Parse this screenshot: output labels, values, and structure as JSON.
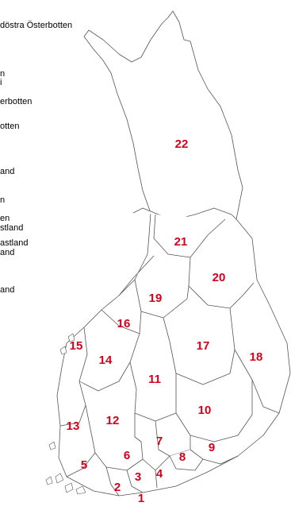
{
  "side_labels": [
    "döstra Österbotten",
    "n",
    "i",
    "erbotten",
    "otten",
    "",
    "and",
    "",
    "n",
    "en",
    "stland",
    "astland",
    "and",
    "",
    "and",
    "",
    ""
  ],
  "numbers": [
    "1",
    "2",
    "3",
    "4",
    "5",
    "6",
    "7",
    "8",
    "9",
    "10",
    "11",
    "12",
    "13",
    "14",
    "15",
    "16",
    "17",
    "18",
    "19",
    "20",
    "21",
    "22"
  ],
  "colors": {
    "number": "#d6001c",
    "border": "#555555",
    "land": "#ffffff"
  }
}
